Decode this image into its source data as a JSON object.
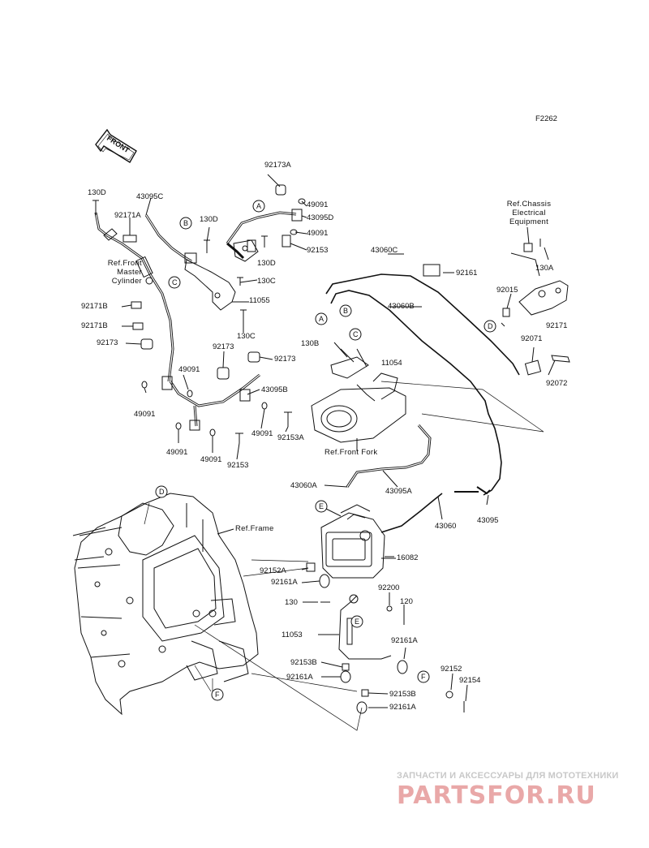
{
  "figure_code": "F2262",
  "front_arrow_label": "FRONT",
  "refs": {
    "master_cylinder": "Ref.Front\nMaster\nCylinder",
    "chassis_electrical": "Ref.Chassis\nElectrical\nEquipment",
    "front_fork": "Ref.Front Fork",
    "frame": "Ref.Frame"
  },
  "callouts": [
    "A",
    "B",
    "C",
    "D",
    "E",
    "F"
  ],
  "parts": {
    "p130d_a": "130D",
    "p43095c": "43095C",
    "p92171a": "92171A",
    "p130d_b": "130D",
    "p92173a": "92173A",
    "p49091_a": "49091",
    "p43095d": "43095D",
    "p49091_b": "49091",
    "p92153_a": "92153",
    "p130d_c": "130D",
    "p130c_a": "130C",
    "p11055": "11055",
    "p130c_b": "130C",
    "p92171b_a": "92171B",
    "p92171b_b": "92171B",
    "p92173_a": "92173",
    "p92173_b": "92173",
    "p92173_c": "92173",
    "p49091_c": "49091",
    "p43095b": "43095B",
    "p49091_d": "49091",
    "p49091_e": "49091",
    "p92153a_a": "92153A",
    "p49091_f": "49091",
    "p49091_g": "49091",
    "p92153_b": "92153",
    "p43060c": "43060C",
    "p92161": "92161",
    "p43060b": "43060B",
    "p130b": "130B",
    "p11054": "11054",
    "p130a": "130A",
    "p92015": "92015",
    "p92171": "92171",
    "p92071": "92071",
    "p92072": "92072",
    "p43060a": "43060A",
    "p43095a": "43095A",
    "p43060": "43060",
    "p43095": "43095",
    "p16082": "16082",
    "p92152a": "92152A",
    "p92161a_a": "92161A",
    "p130": "130",
    "p92200": "92200",
    "p120": "120",
    "p11053": "11053",
    "p92161a_b": "92161A",
    "p92153b_a": "92153B",
    "p92161a_c": "92161A",
    "p92152": "92152",
    "p92154": "92154",
    "p92153b_b": "92153B",
    "p92161a_d": "92161A"
  },
  "watermark": {
    "line1": "ЗАПЧАСТИ И АКСЕССУАРЫ ДЛЯ МОТОТЕХНИКИ",
    "brand": "PARTSFOR.RU"
  }
}
